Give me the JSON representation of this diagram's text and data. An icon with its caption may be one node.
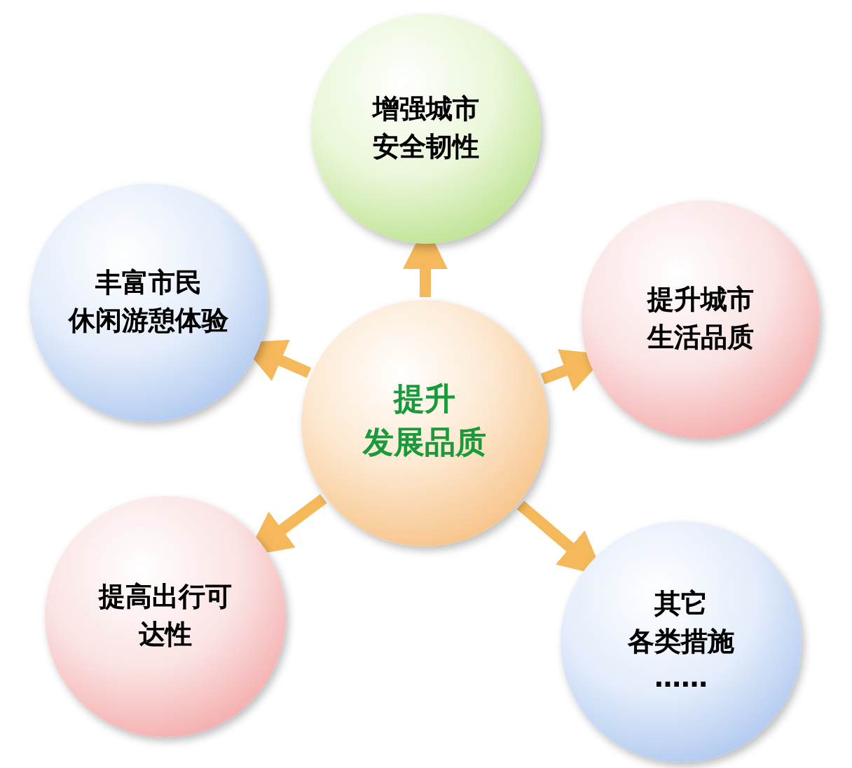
{
  "diagram": {
    "nodes": [
      {
        "text": [
          "增强城市安全韧性"
        ]
      },
      {
        "text": [
          "丰富市民休闲游憩体验"
        ]
      },
      {
        "text": [
          "提升城市生活品质"
        ]
      },
      {
        "text": [
          "提升发展品质"
        ]
      },
      {
        "text": [
          "提高出行可达性"
        ]
      },
      {
        "text": [
          "其它各类措施……"
        ]
      }
    ],
    "edges": [
      {
        "from": 3,
        "to": 0,
        "arrow": "to"
      },
      {
        "from": 3,
        "to": 1,
        "arrow": "to"
      },
      {
        "from": 3,
        "to": 2,
        "arrow": "to"
      },
      {
        "from": 3,
        "to": 4,
        "arrow": "to"
      },
      {
        "from": 3,
        "to": 5,
        "arrow": "to"
      }
    ]
  }
}
